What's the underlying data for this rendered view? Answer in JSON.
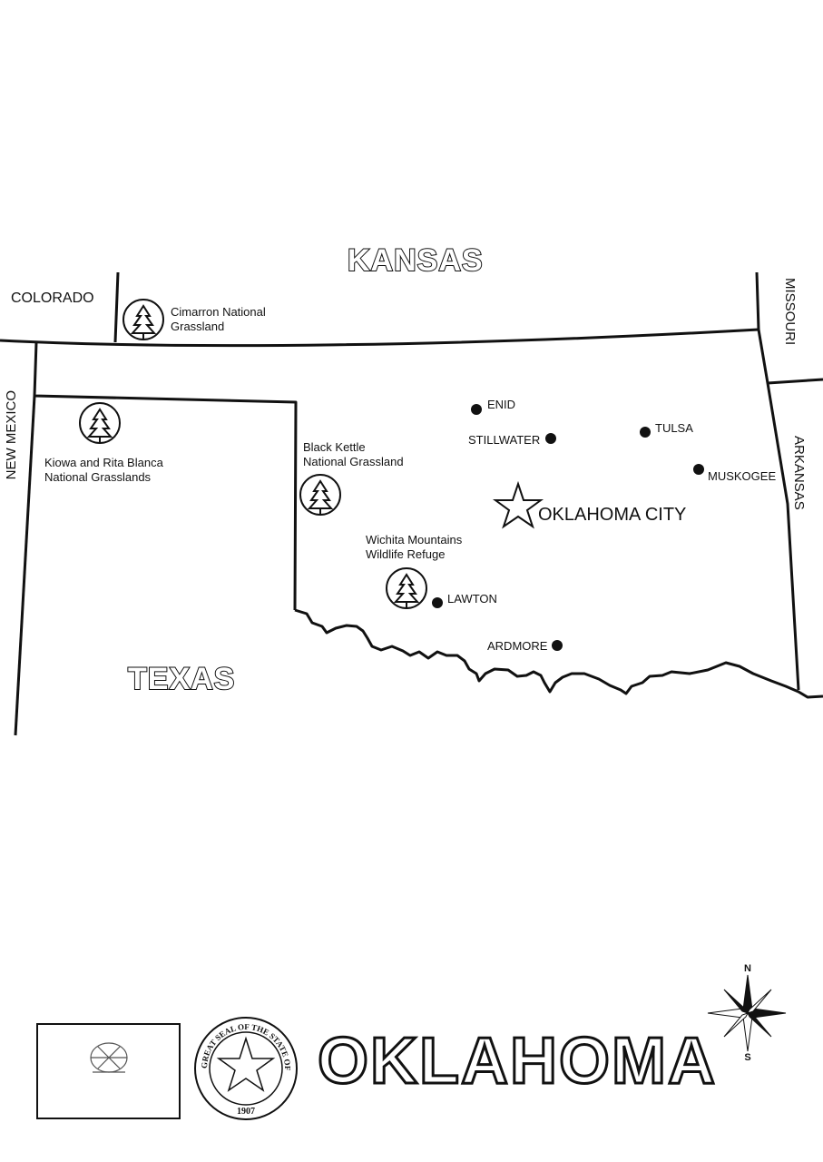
{
  "states": {
    "kansas": "KANSAS",
    "texas": "TEXAS",
    "colorado": "COLORADO",
    "new_mexico": "NEW MEXICO",
    "missouri": "MISSOURI",
    "arkansas": "ARKANSAS"
  },
  "cities": {
    "enid": "ENID",
    "stillwater": "STILLWATER",
    "tulsa": "TULSA",
    "muskogee": "MUSKOGEE",
    "oklahoma_city": "OKLAHOMA CITY",
    "lawton": "LAWTON",
    "ardmore": "ARDMORE"
  },
  "parks": {
    "cimarron_l1": "Cimarron National",
    "cimarron_l2": "Grassland",
    "kiowa_l1": "Kiowa and Rita Blanca",
    "kiowa_l2": "National Grasslands",
    "black_kettle_l1": "Black Kettle",
    "black_kettle_l2": "National Grassland",
    "wichita_l1": "Wichita Mountains",
    "wichita_l2": "Wildlife Refuge"
  },
  "footer": {
    "title": "OKLAHOMA",
    "seal_text": "GREAT SEAL OF THE STATE OF OKLAHOMA",
    "seal_year": "1907"
  },
  "compass": {
    "north": "N",
    "south": "S"
  },
  "icons": {
    "park": "pine-tree-icon",
    "capital": "star-icon",
    "city": "dot-icon"
  }
}
